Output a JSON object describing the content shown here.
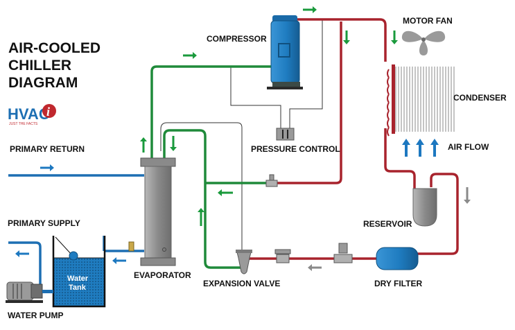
{
  "title": {
    "line1": "AIR-COOLED",
    "line2": "CHILLER",
    "line3": "DIAGRAM"
  },
  "logo": {
    "text": "HVAC",
    "letter": "i",
    "tagline": "JUST THE FACTS"
  },
  "labels": {
    "compressor": "COMPRESSOR",
    "motor_fan": "MOTOR FAN",
    "condenser": "CONDENSER",
    "air_flow": "AIR FLOW",
    "pressure_control": "PRESSURE CONTROL",
    "primary_return": "PRIMARY RETURN",
    "primary_supply": "PRIMARY SUPPLY",
    "reservoir": "RESERVOIR",
    "evaporator": "EVAPORATOR",
    "expansion_valve": "EXPANSION VALVE",
    "dry_filter": "DRY FILTER",
    "water_pump": "WATER PUMP",
    "water_tank_line1": "Water",
    "water_tank_line2": "Tank"
  },
  "colors": {
    "hot_line": "#a8232d",
    "cold_line": "#1f8a3a",
    "water_line": "#1d6fb3",
    "component_blue": "#1f7cc0",
    "component_gray": "#9a9a9a",
    "flow_arrow_green": "#1a9a3c",
    "flow_arrow_blue": "#1d78c0",
    "flow_arrow_gray": "#8a8a8a"
  }
}
